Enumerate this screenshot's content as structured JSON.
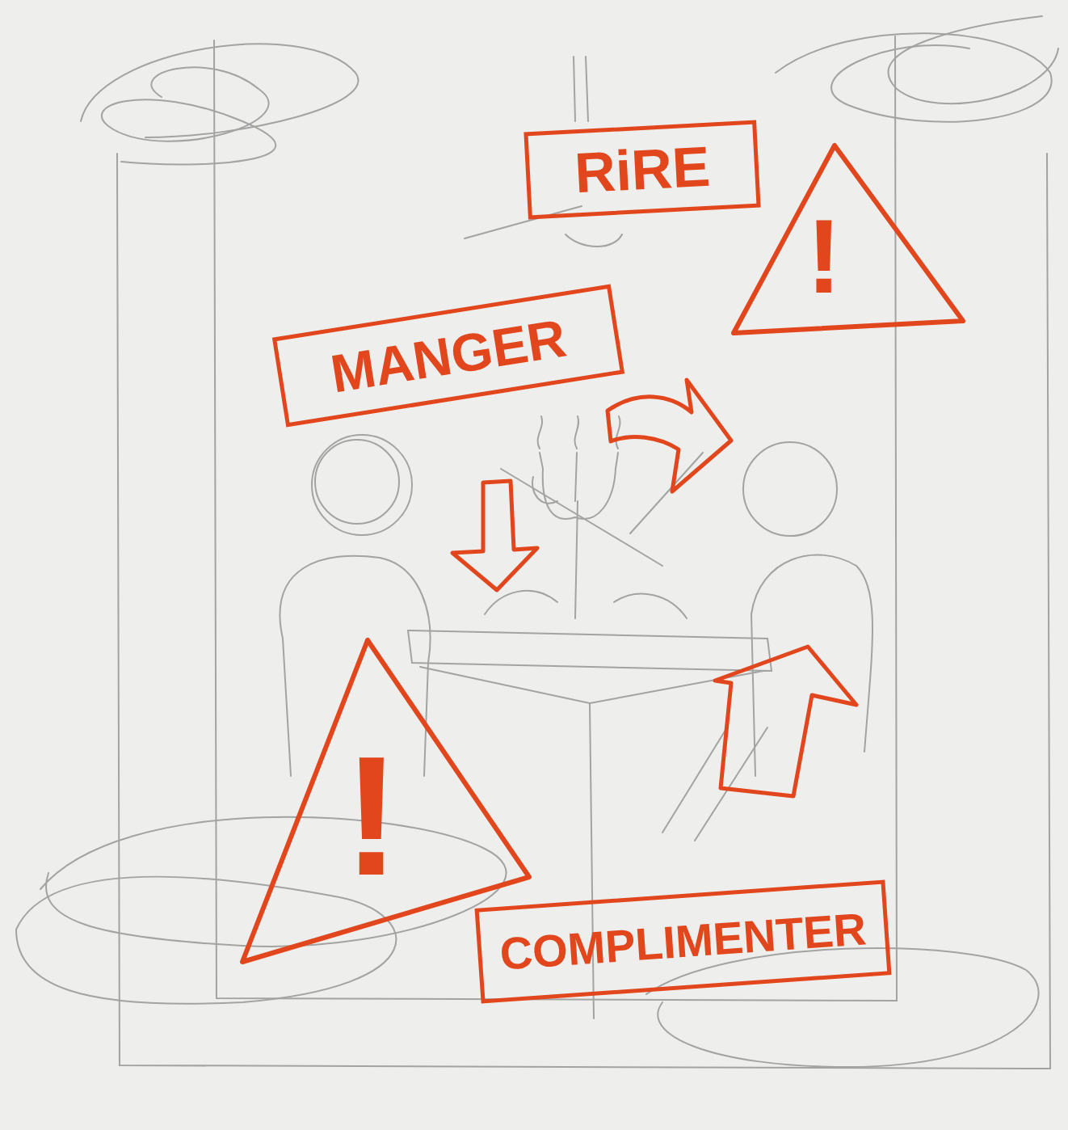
{
  "diagram": {
    "nodes": [
      {
        "text": [
          "RiRE"
        ]
      },
      {
        "text": [
          "!"
        ]
      },
      {
        "text": [
          "MANGER"
        ]
      },
      {
        "text": [
          "!"
        ]
      },
      {
        "text": [
          "COMPLIMENTER"
        ]
      }
    ]
  }
}
